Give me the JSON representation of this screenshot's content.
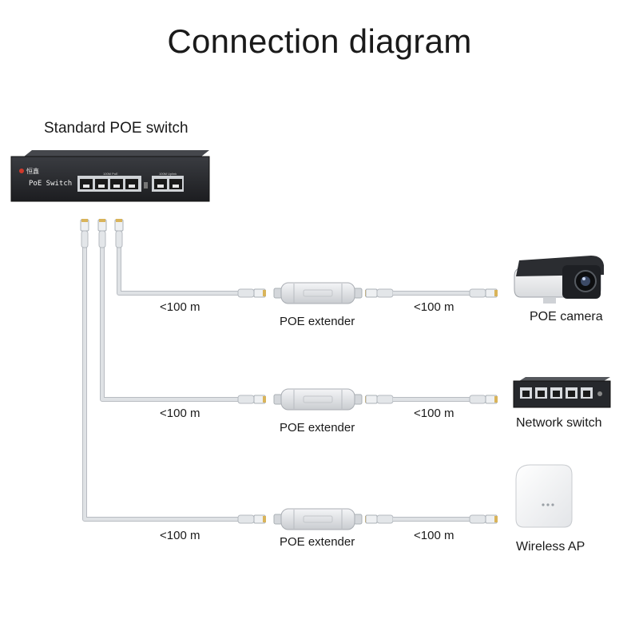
{
  "title": "Connection diagram",
  "source_device": {
    "label": "Standard POE switch",
    "brand_text": "恒鑫",
    "model_text": "PoE Switch",
    "poe_group_label": "100M PoE",
    "uplink_group_label": "100M Uplink"
  },
  "links": [
    {
      "device": "POE camera",
      "extender": "POE extender",
      "segment_in": "<100 m",
      "segment_out": "<100 m",
      "device_icon": "bullet-camera-icon"
    },
    {
      "device": "Network switch",
      "extender": "POE extender",
      "segment_in": "<100 m",
      "segment_out": "<100 m",
      "device_icon": "network-switch-icon"
    },
    {
      "device": "Wireless AP",
      "extender": "POE extender",
      "segment_in": "<100 m",
      "segment_out": "<100 m",
      "device_icon": "wireless-ap-icon"
    }
  ],
  "colors": {
    "cable": "#d6d9dd",
    "cable_edge": "#b8bcc2",
    "connector_gold": "#d9b45a",
    "switch_body": "#2a2c30"
  }
}
